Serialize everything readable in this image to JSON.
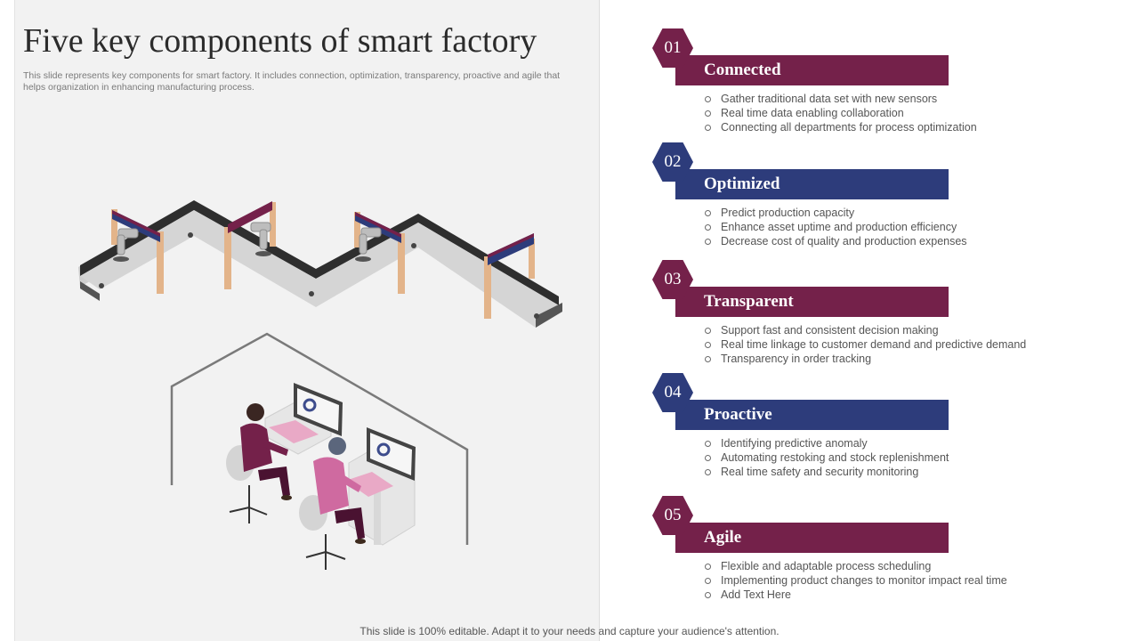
{
  "slide": {
    "title": "Five key components of smart factory",
    "subtitle": "This slide represents key components for smart factory. It includes connection, optimization, transparency, proactive and agile that helps organization in enhancing manufacturing process.",
    "footer": "This slide is 100% editable. Adapt it to your needs and capture your audience's attention."
  },
  "colors": {
    "maroon": "#74214a",
    "navy": "#2d3c7b",
    "panel": "#f2f2f2"
  },
  "components": [
    {
      "number": "01",
      "title": "Connected",
      "color": "#74214a",
      "points": [
        "Gather traditional data set with new sensors",
        "Real time data enabling collaboration",
        "Connecting all departments for process optimization"
      ]
    },
    {
      "number": "02",
      "title": "Optimized",
      "color": "#2d3c7b",
      "points": [
        "Predict production capacity",
        "Enhance asset uptime and production efficiency",
        "Decrease cost of quality and production expenses"
      ]
    },
    {
      "number": "03",
      "title": "Transparent",
      "color": "#74214a",
      "points": [
        "Support fast and consistent decision making",
        "Real time linkage to customer demand and predictive demand",
        "Transparency  in order tracking"
      ]
    },
    {
      "number": "04",
      "title": "Proactive",
      "color": "#2d3c7b",
      "points": [
        "Identifying predictive anomaly",
        "Automating restoking and stock replenishment",
        "Real time safety and security monitoring"
      ]
    },
    {
      "number": "05",
      "title": "Agile",
      "color": "#74214a",
      "points": [
        "Flexible and adaptable process scheduling",
        "Implementing product changes to monitor impact real time",
        "Add Text Here"
      ]
    }
  ]
}
